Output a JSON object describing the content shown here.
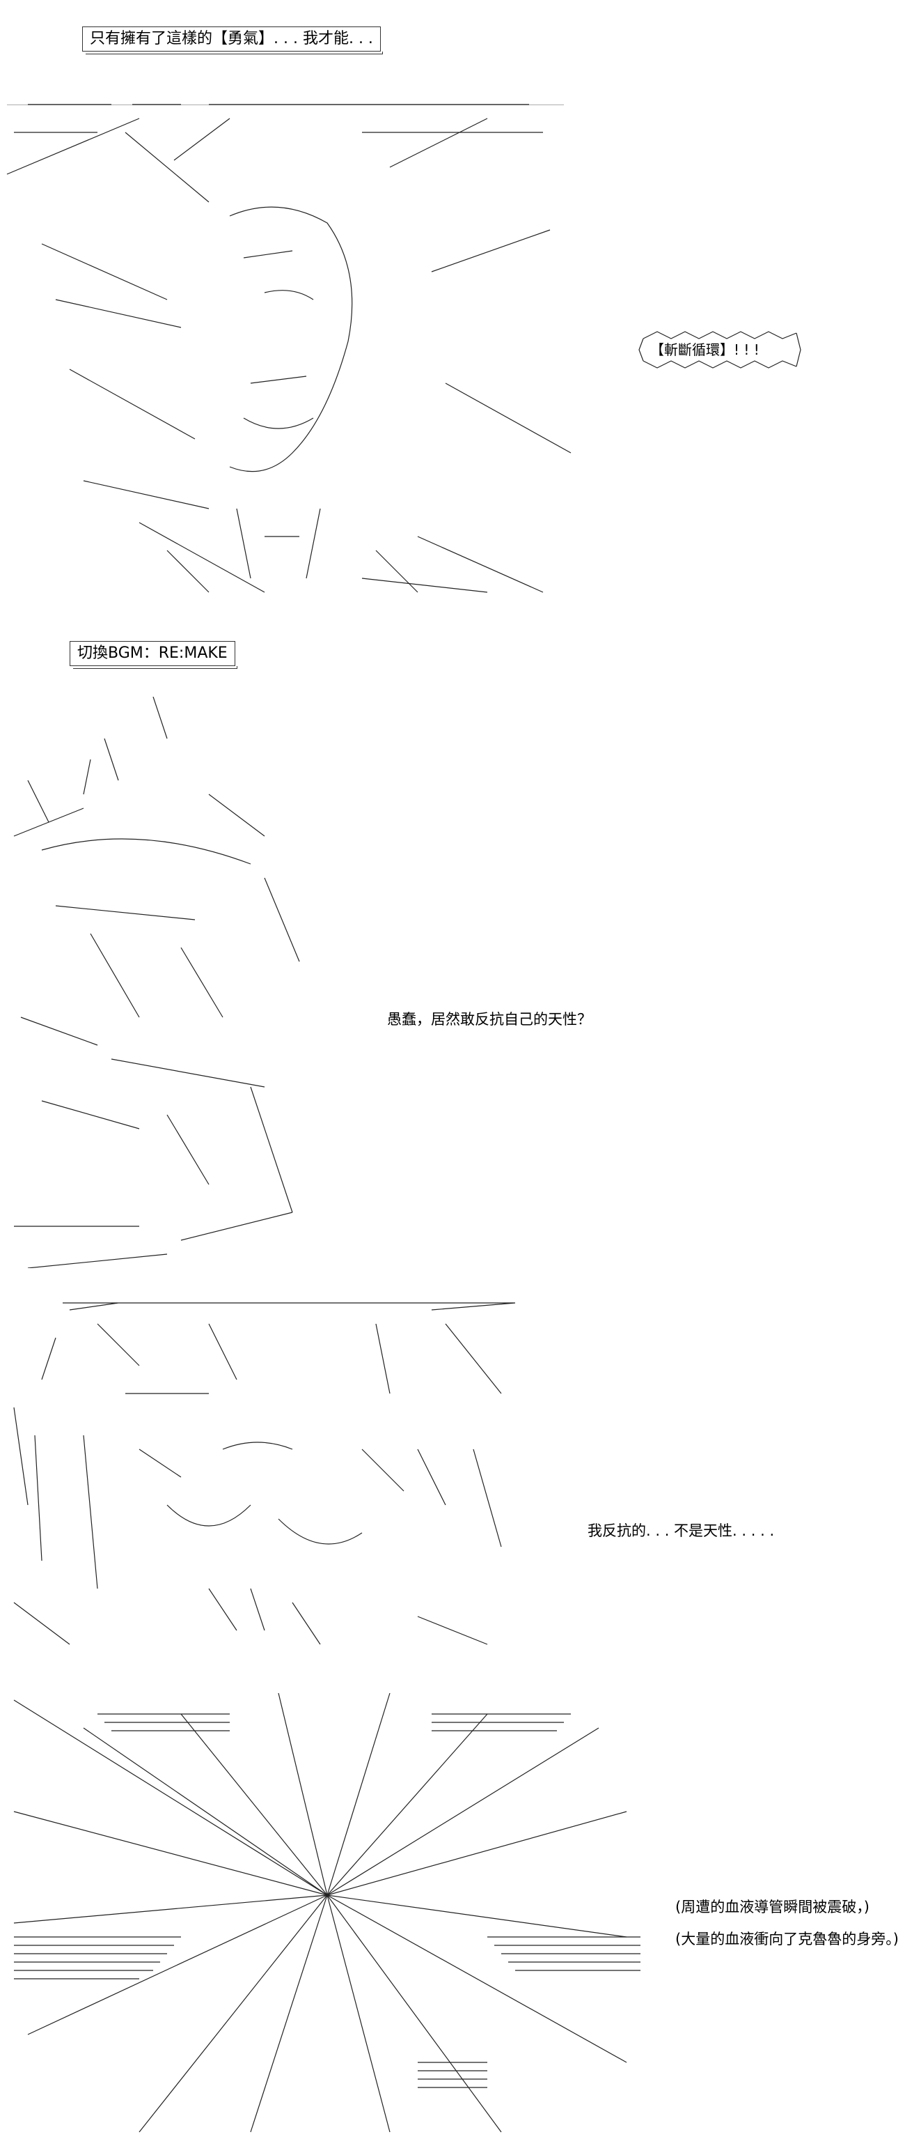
{
  "panel1": {
    "caption": "只有擁有了這樣的【勇氣】. . . 我才能. . .",
    "shout": "【斬斷循環】! ! !"
  },
  "panel2": {
    "caption": "切換BGM：RE:MAKE",
    "dialogue": "愚蠢，居然敢反抗自己的天性？"
  },
  "panel3": {
    "dialogue": "我反抗的. . . 不是天性. . . . ."
  },
  "panel4": {
    "narration_1": "(周遭的血液導管瞬間被震破，)",
    "narration_2": "(大量的血液衝向了克魯魯的身旁。)"
  }
}
